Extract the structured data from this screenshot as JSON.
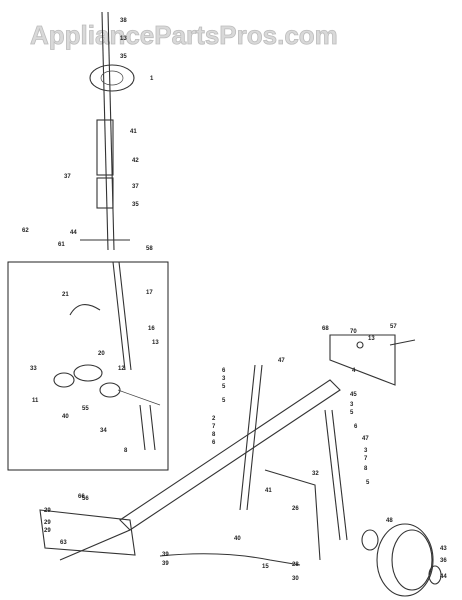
{
  "watermark": "AppliancePartsPros.com",
  "labels": [
    "38",
    "13",
    "35",
    "1",
    "41",
    "42",
    "37",
    "37",
    "35",
    "62",
    "44",
    "61",
    "58",
    "21",
    "17",
    "16",
    "13",
    "20",
    "12",
    "33",
    "11",
    "40",
    "55",
    "34",
    "8",
    "29",
    "66",
    "70",
    "57",
    "68",
    "13",
    "4",
    "47",
    "6",
    "3",
    "5",
    "5",
    "2",
    "7",
    "8",
    "6",
    "45",
    "3",
    "5",
    "47",
    "6",
    "3",
    "7",
    "8",
    "32",
    "40",
    "41",
    "5",
    "26",
    "56",
    "29",
    "29",
    "63",
    "39",
    "39",
    "15",
    "28",
    "30",
    "48",
    "43",
    "36",
    "44"
  ]
}
